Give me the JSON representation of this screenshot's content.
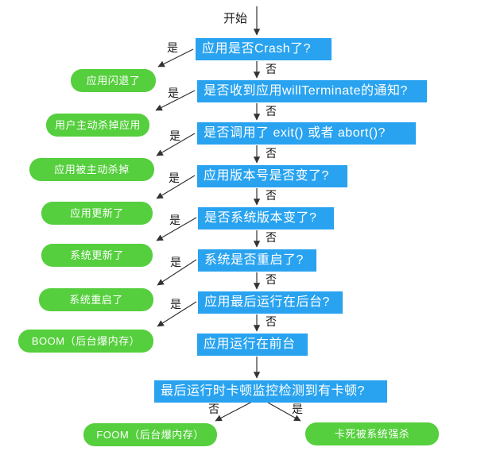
{
  "diagram": {
    "start_label": "开始",
    "yes_label": "是",
    "no_label": "否",
    "colors": {
      "question_fill": "#29a3f0",
      "outcome_fill": "#55cf3d",
      "node_text": "#ffffff",
      "edge": "#333333",
      "label_text": "#1a1a1a"
    },
    "questions": [
      {
        "label": "应用是否Crash了?"
      },
      {
        "label": "是否收到应用willTerminate的通知?"
      },
      {
        "label": "是否调用了 exit() 或者 abort()?"
      },
      {
        "label": "应用版本号是否变了?"
      },
      {
        "label": "是否系统版本变了?"
      },
      {
        "label": "系统是否重启了?"
      },
      {
        "label": "应用最后运行在后台?"
      },
      {
        "label": "应用运行在前台"
      },
      {
        "label": "最后运行时卡顿监控检测到有卡顿?"
      }
    ],
    "outcomes": [
      {
        "label": "应用闪退了"
      },
      {
        "label": "用户主动杀掉应用"
      },
      {
        "label": "应用被主动杀掉"
      },
      {
        "label": "应用更新了"
      },
      {
        "label": "系统更新了"
      },
      {
        "label": "系统重启了"
      },
      {
        "label": "BOOM（后台爆内存）"
      },
      {
        "label": "FOOM（后台爆内存）"
      },
      {
        "label": "卡死被系统强杀"
      }
    ]
  }
}
